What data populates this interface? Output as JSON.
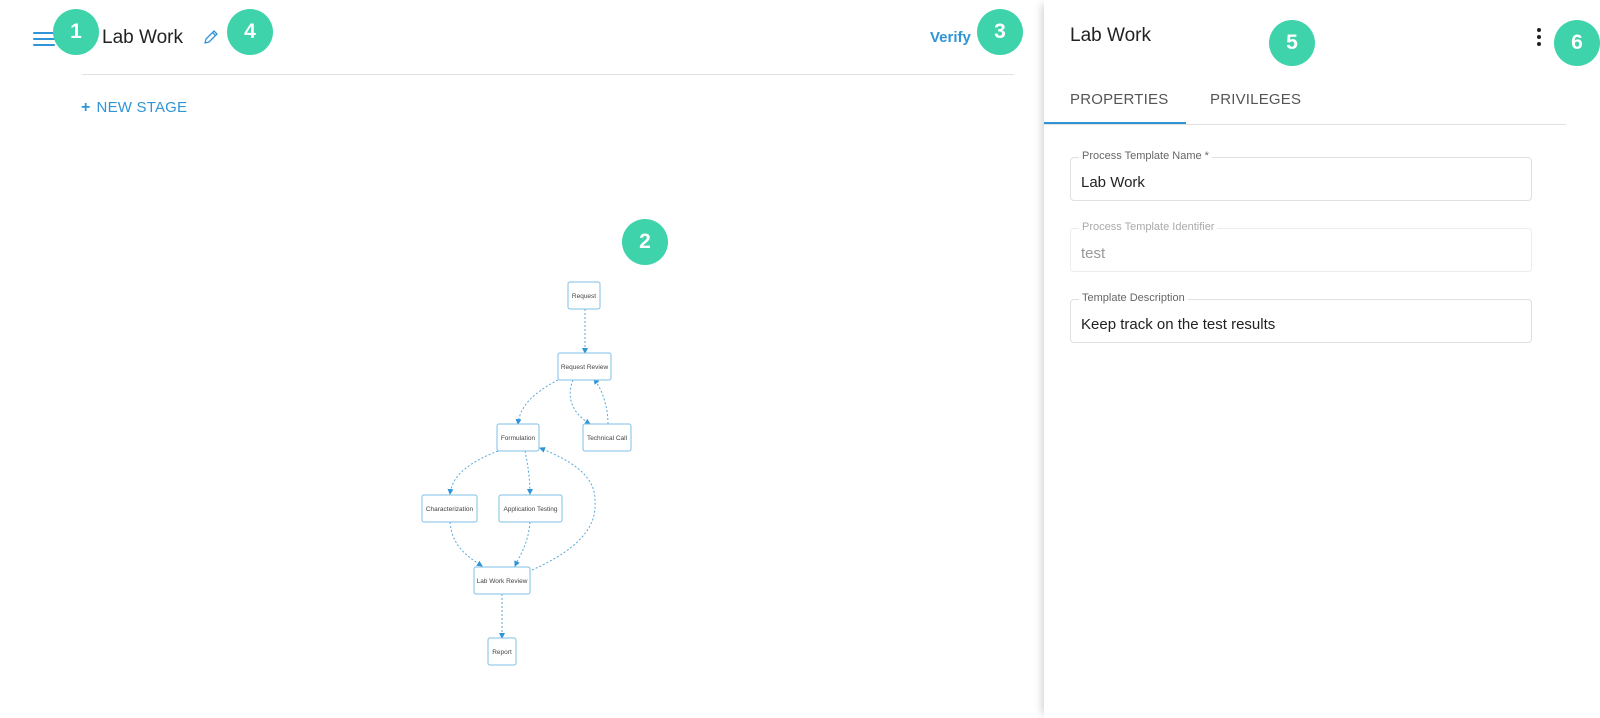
{
  "header": {
    "title": "Lab Work",
    "verify_label": "Verify",
    "new_stage_label": "NEW STAGE"
  },
  "diagram": {
    "nodes": [
      {
        "id": "request",
        "label": "Request"
      },
      {
        "id": "request-review",
        "label": "Request Review"
      },
      {
        "id": "formulation",
        "label": "Formulation"
      },
      {
        "id": "technical-call",
        "label": "Technical Call"
      },
      {
        "id": "characterization",
        "label": "Characterization"
      },
      {
        "id": "application-testing",
        "label": "Application Testing"
      },
      {
        "id": "lab-work-review",
        "label": "Lab Work Review"
      },
      {
        "id": "report",
        "label": "Report"
      }
    ]
  },
  "panel": {
    "title": "Lab Work",
    "tabs": [
      {
        "label": "PROPERTIES",
        "active": true
      },
      {
        "label": "PRIVILEGES",
        "active": false
      }
    ],
    "fields": [
      {
        "label": "Process Template Name *",
        "value": "Lab Work",
        "disabled": false
      },
      {
        "label": "Process Template Identifier",
        "value": "test",
        "disabled": true
      },
      {
        "label": "Template Description",
        "value": "Keep track on the test results",
        "disabled": false
      }
    ]
  },
  "badges": [
    "1",
    "2",
    "3",
    "4",
    "5",
    "6"
  ],
  "colors": {
    "accent": "#2f95d6",
    "badge": "#3ed3ab",
    "node_border": "#7fbfe4"
  }
}
